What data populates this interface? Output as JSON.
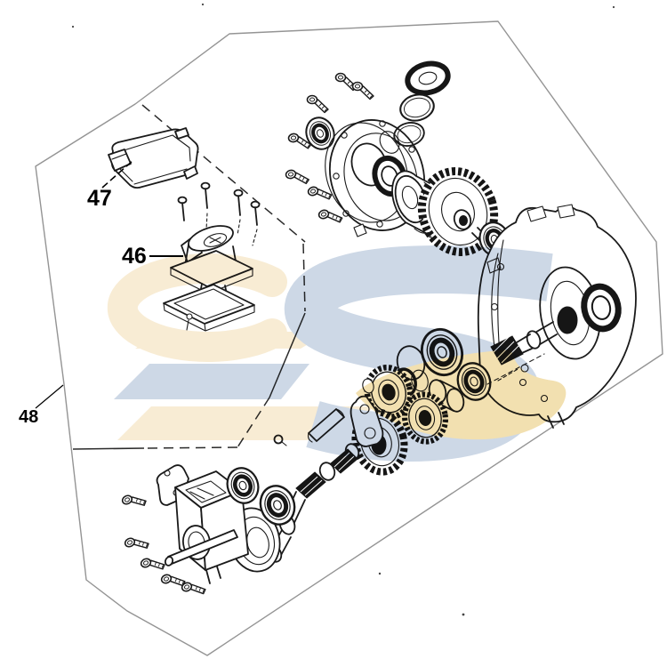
{
  "diagram": {
    "callout_labels": {
      "item46": "46",
      "item47": "47",
      "item48": "48"
    },
    "watermark": {
      "letters": "SC",
      "color_blue": "#cdd8e6",
      "color_cream": "#f8ecd4",
      "color_yellow": "#f2e0b0"
    }
  }
}
